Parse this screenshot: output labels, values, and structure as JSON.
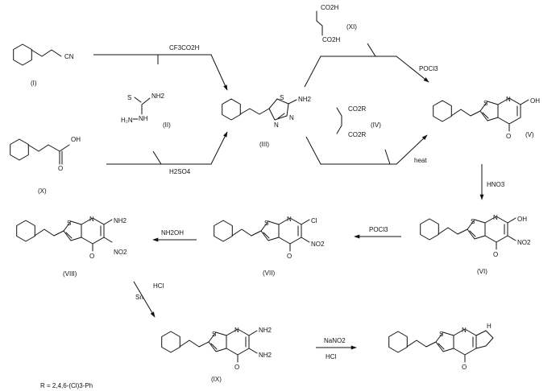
{
  "compounds": {
    "I": "(I)",
    "II": "(II)",
    "III": "(III)",
    "IV": "(IV)",
    "V": "(V)",
    "VI": "(VI)",
    "VII": "(VII)",
    "VIII": "(VIII)",
    "IX": "(IX)",
    "X": "(X)",
    "XI": "(XI)"
  },
  "atoms": {
    "nitrile": "CN",
    "oh": "OH",
    "o": "O",
    "s": "S",
    "n": "N",
    "h2n": "H2N",
    "hn": "H",
    "nh2": "NH2",
    "nh2_prime": "NH2",
    "no2": "NO2",
    "cl": "Cl",
    "co2r": "CO2R",
    "co2h": "CO2H",
    "nh_tri": "H"
  },
  "reagents": {
    "tfa": "CF3CO2H",
    "h2so4": "H2SO4",
    "pocl3_top": "POCl3",
    "heat": "heat",
    "hno3": "HNO3",
    "pocl3_mid": "POCl3",
    "nh2oh": "NH2OH",
    "hcl_sn": "HCl",
    "sn": "Sn",
    "nano2": "NaNO2",
    "hcl_last": "HCl"
  },
  "footnote": "R = 2,4,6-(Cl)3-Ph"
}
